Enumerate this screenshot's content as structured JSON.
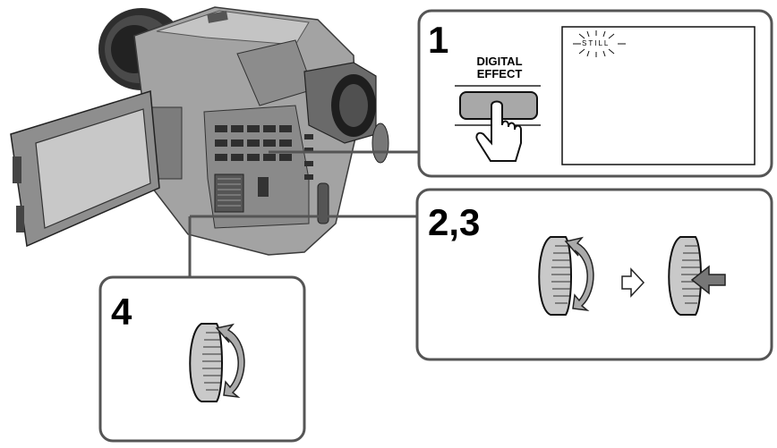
{
  "panels": {
    "step1": {
      "number": "1",
      "button_label_line1": "DIGITAL",
      "button_label_line2": "EFFECT",
      "screen_indicator": "STILL"
    },
    "step23": {
      "number": "2,3"
    },
    "step4": {
      "number": "4"
    }
  },
  "colors": {
    "panel_border": "#555555",
    "camera_body": "#9a9a9a",
    "camera_dark": "#3a3a3a",
    "lcd_screen": "#dcdcdc",
    "button_fill": "#a8a8a8"
  },
  "icons": [
    "camcorder",
    "lcd-panel",
    "digital-effect-button",
    "pressing-finger-icon",
    "control-dial-icon",
    "rotate-arrow-icon",
    "next-step-arrow-icon",
    "push-arrow-icon"
  ]
}
